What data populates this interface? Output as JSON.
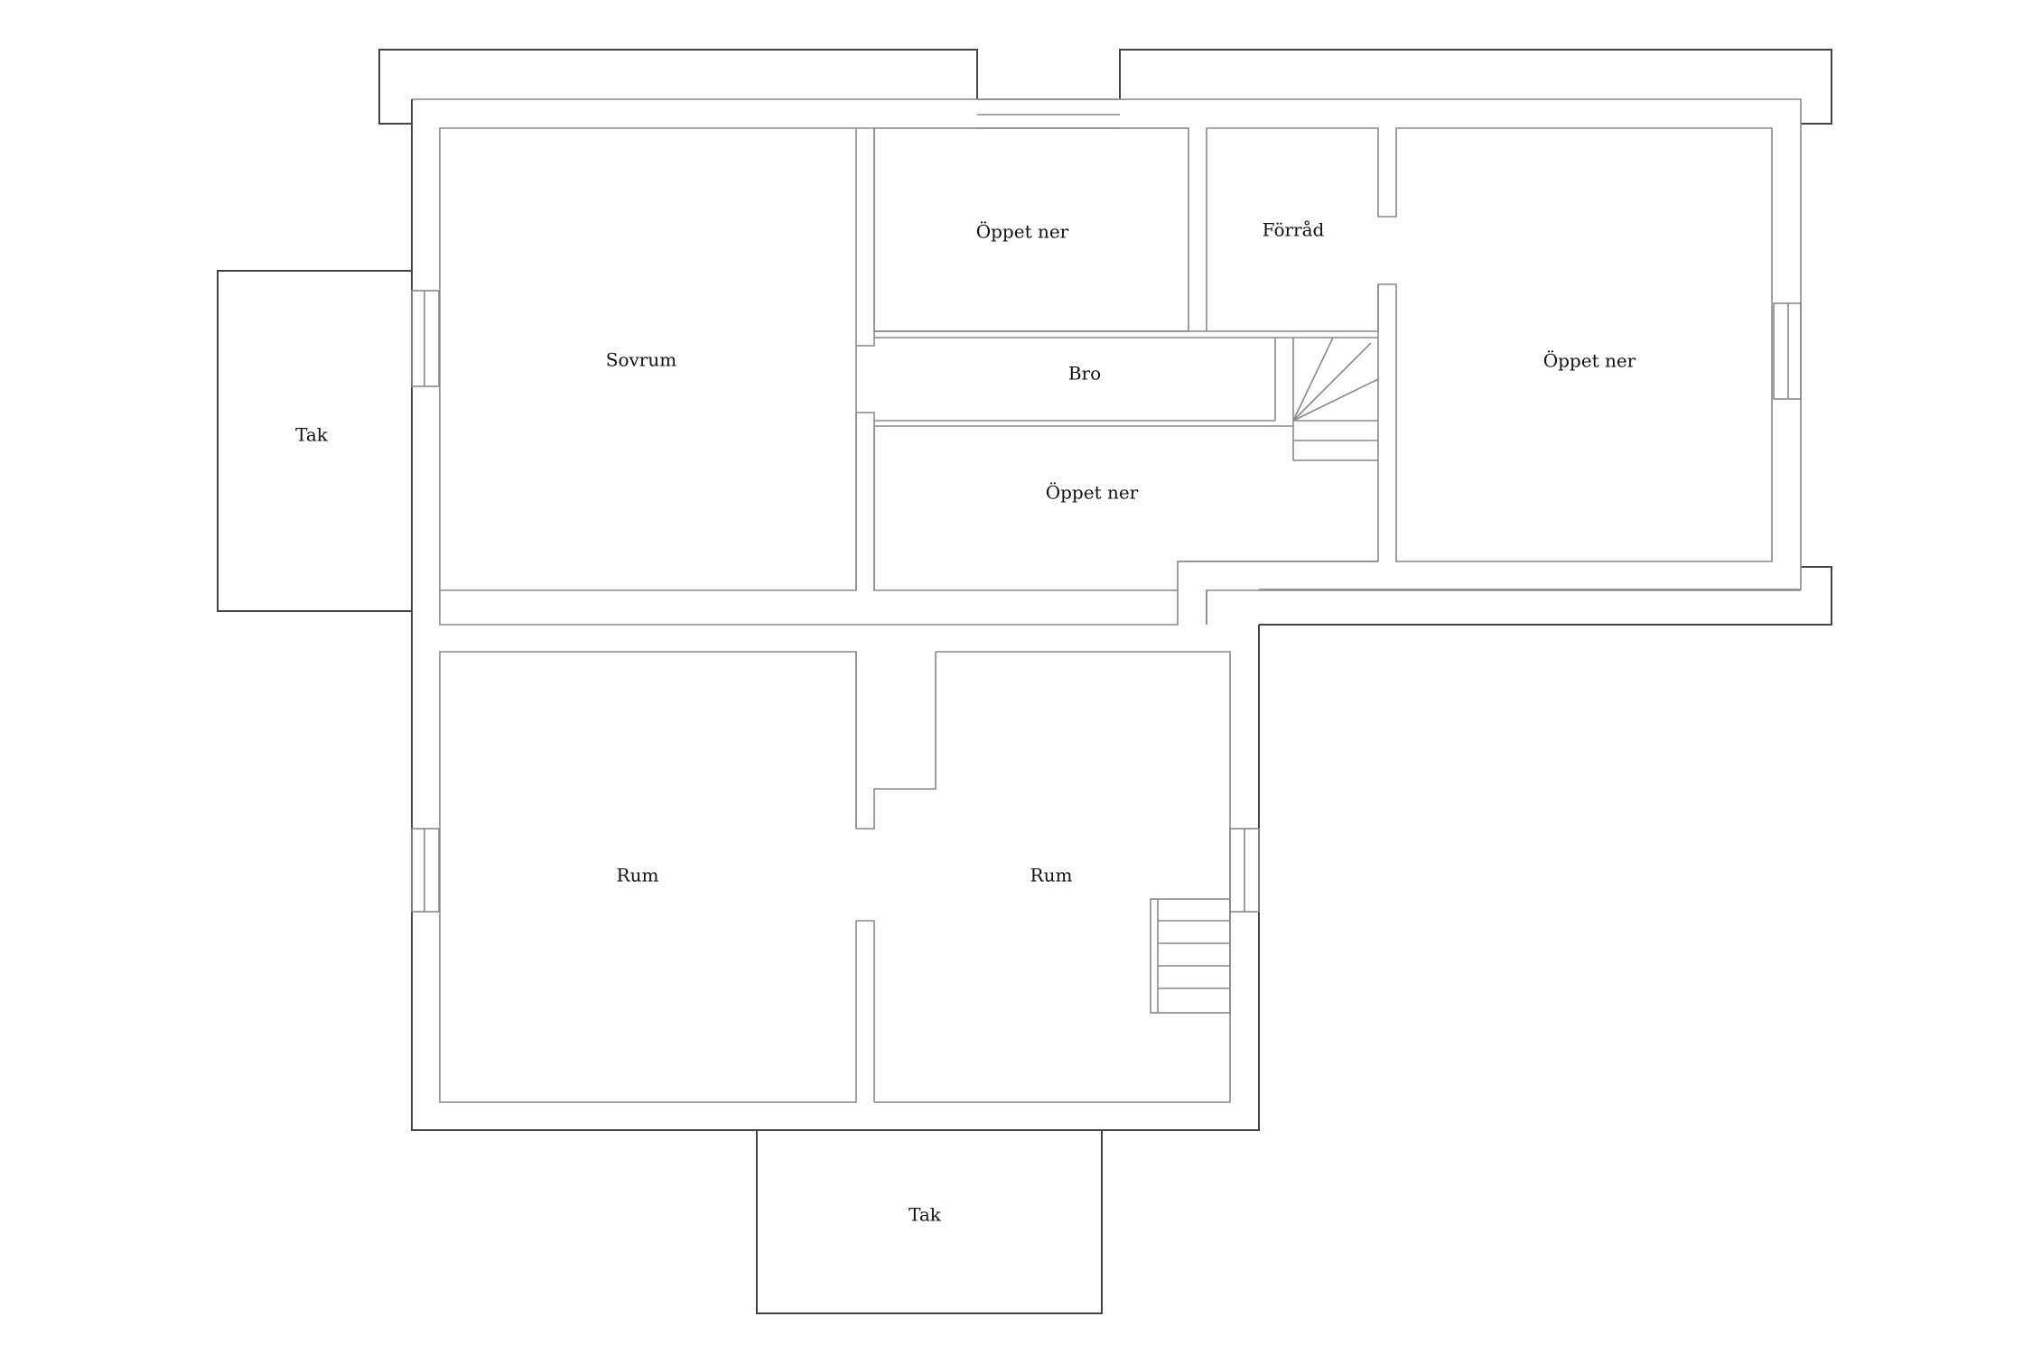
{
  "rooms": {
    "roof_left": "Tak",
    "bedroom": "Sovrum",
    "open_top": "Öppet ner",
    "storage": "Förråd",
    "open_right": "Öppet ner",
    "bridge": "Bro",
    "open_middle": "Öppet ner",
    "room_left": "Rum",
    "room_right": "Rum",
    "roof_bottom": "Tak"
  }
}
